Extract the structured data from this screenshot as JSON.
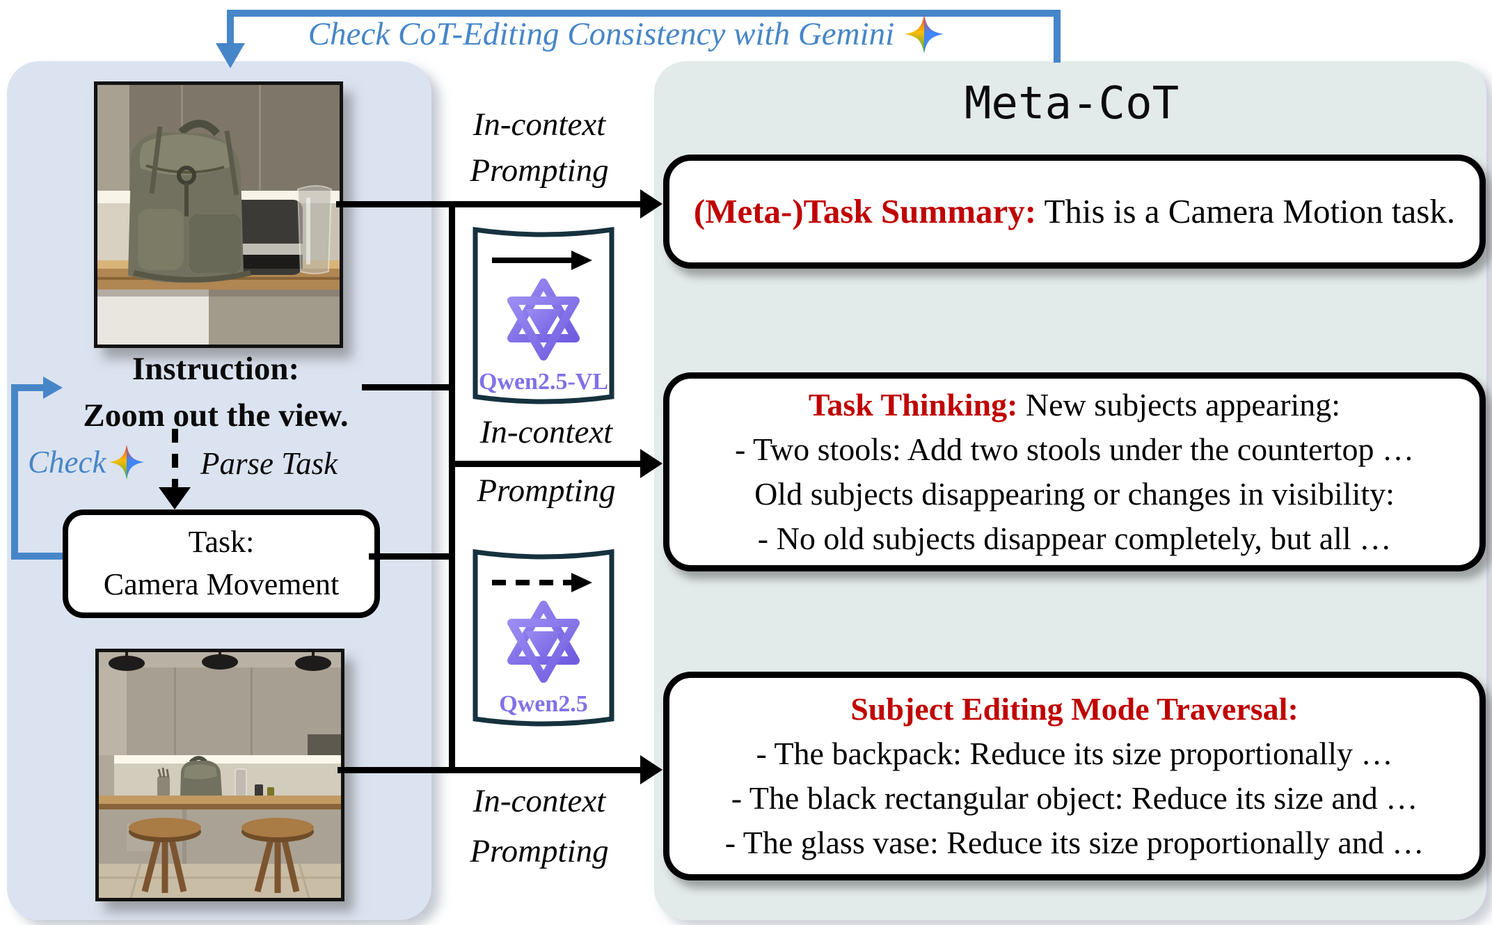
{
  "colors": {
    "accent_blue": "#4686c8",
    "accent_red": "#c00000",
    "qwen_purple": "#8072e6",
    "panel_left_bg": "#dbe3f0",
    "panel_right_bg": "#e3eaea",
    "page_border": "#16323e"
  },
  "header": {
    "loop_label": "Check CoT-Editing Consistency with Gemini"
  },
  "left_panel": {
    "source_image_label": "backpack-on-kitchen-counter",
    "instruction_heading": "Instruction:",
    "instruction_text": "Zoom out the view.",
    "check_label": "Check",
    "parse_task_label": "Parse Task",
    "task_line1": "Task:",
    "task_line2": "Camera Movement",
    "result_image_label": "zoomed-out-kitchen-with-two-stools"
  },
  "pipeline": {
    "labels": [
      {
        "line1": "In-context",
        "line2": "Prompting"
      },
      {
        "line1": "In-context",
        "line2": "Prompting"
      },
      {
        "line1": "In-context",
        "line2": "Prompting"
      }
    ],
    "models": [
      {
        "name": "Qwen2.5-VL",
        "arrow_style": "solid"
      },
      {
        "name": "Qwen2.5",
        "arrow_style": "dashed"
      }
    ]
  },
  "meta_cot": {
    "title": "Meta-CoT",
    "boxes": [
      {
        "rows": [
          {
            "red": "(Meta-)Task Summary:",
            "text": " This is a Camera Motion task."
          }
        ]
      },
      {
        "rows": [
          {
            "red": "Task Thinking:",
            "text": " New subjects appearing:"
          },
          {
            "red": "",
            "text": "- Two stools: Add two stools under the countertop …"
          },
          {
            "red": "",
            "text": "Old subjects disappearing or changes in visibility:"
          },
          {
            "red": "",
            "text": "- No old subjects disappear completely, but all …"
          }
        ]
      },
      {
        "rows": [
          {
            "red": "Subject Editing Mode Traversal:",
            "text": ""
          },
          {
            "red": "",
            "text": "- The backpack: Reduce its size proportionally …"
          },
          {
            "red": "",
            "text": "- The black rectangular object: Reduce its size and …"
          },
          {
            "red": "",
            "text": "- The glass vase: Reduce its size proportionally and …"
          }
        ]
      }
    ]
  }
}
